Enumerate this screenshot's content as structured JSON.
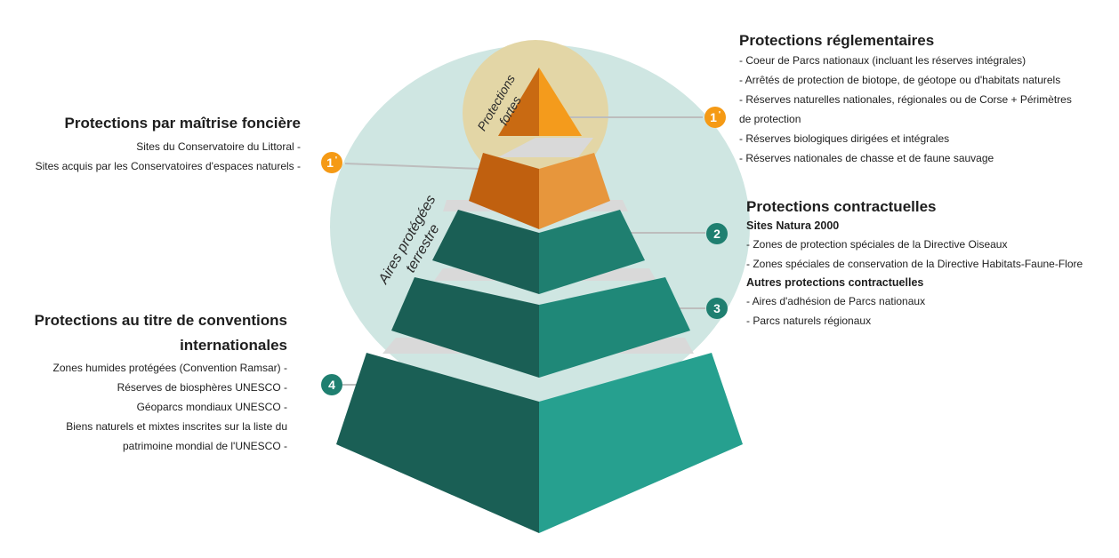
{
  "colors": {
    "circle_fill": "#cfe6e2",
    "top_circle_fill": "#e3d6a6",
    "orange_dark": "#c96a12",
    "orange_mid": "#e7963c",
    "orange_light": "#f49b1c",
    "teal_dark": "#1a5f55",
    "teal_light": "#26a08f",
    "band_gray": "#d9d9d9",
    "badge_teal": "#1f7f70",
    "badge_orange": "#f59a15"
  },
  "pyramid": {
    "circle_label_line1": "Aires protégées",
    "circle_label_line2": "terrestre",
    "top_label_line1": "Protections",
    "top_label_line2": "fortes"
  },
  "badges": {
    "b1_right": "1",
    "b1_left": "1",
    "b2": "2",
    "b3": "3",
    "b4": "4",
    "prime": "'"
  },
  "fonciere": {
    "title": "Protections par maîtrise foncière",
    "items": [
      "Sites du Conservatoire du Littoral -",
      "Sites acquis par les Conservatoires d'espaces naturels -"
    ]
  },
  "conventions": {
    "title_line1": "Protections au titre de conventions",
    "title_line2": "internationales",
    "items": [
      "Zones humides protégées (Convention Ramsar) -",
      "Réserves de biosphères UNESCO -",
      "Géoparcs mondiaux UNESCO -",
      "Biens naturels et mixtes inscrites sur la liste du",
      "patrimoine mondial de l'UNESCO -"
    ]
  },
  "reglementaires": {
    "title": "Protections réglementaires",
    "items": [
      "- Coeur de Parcs nationaux (incluant les réserves intégrales)",
      "- Arrêtés de protection de biotope, de géotope ou d'habitats naturels",
      "- Réserves naturelles nationales, régionales ou de Corse + Périmètres",
      "de protection",
      "- Réserves biologiques dirigées et intégrales",
      "- Réserves nationales de chasse et de faune sauvage"
    ]
  },
  "contractuelles": {
    "title": "Protections contractuelles",
    "sub1": "Sites Natura 2000",
    "sub1_items": [
      "- Zones de protection spéciales de la Directive Oiseaux",
      "- Zones spéciales de conservation de la Directive Habitats-Faune-Flore"
    ],
    "sub2": "Autres protections contractuelles",
    "sub2_items": [
      "- Aires d'adhésion de Parcs nationaux",
      "- Parcs naturels régionaux"
    ]
  }
}
